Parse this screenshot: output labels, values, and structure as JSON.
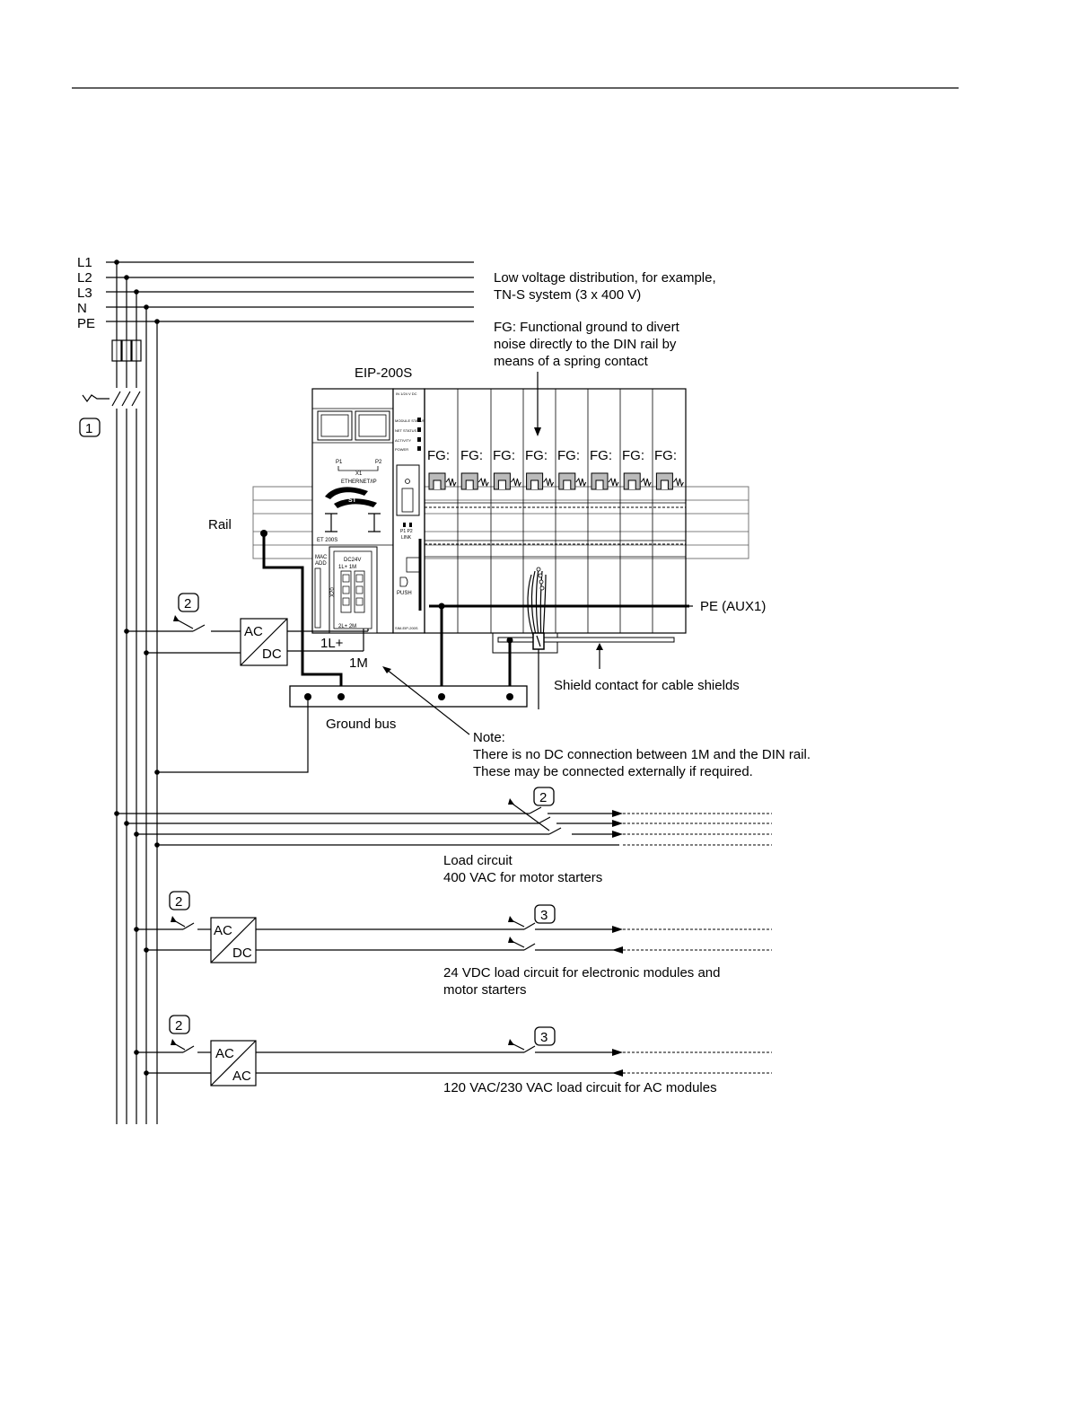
{
  "bus_labels": [
    "L1",
    "L2",
    "L3",
    "N",
    "PE"
  ],
  "callouts": {
    "distribution": [
      "Low voltage distribution, for example,",
      "TN-S  system (3 x 400  V)"
    ],
    "fg": [
      "FG: Functional ground to divert",
      "noise directly to the DIN rail by",
      "means of a spring contact"
    ],
    "pe_aux": "PE  (AUX1)",
    "shield": "Shield contact for cable shields",
    "ground_bus": "Ground bus",
    "rail": "Rail",
    "note": [
      "Note:",
      "There is no DC connection between 1M and the DIN rail.",
      "These may be connected externally if required."
    ]
  },
  "module": {
    "title": "EIP-200S",
    "fg_label": "FG:",
    "fg_count": 8,
    "port_p1": "P1",
    "port_p2": "P2",
    "port_x1": "X1",
    "ethernet": "ETHERNET/IP",
    "et200s": "ET 200S",
    "mac": "MAC",
    "add": "ADD",
    "dc24v": "DC24V",
    "x20": "X20",
    "term_top": "1L+      1M",
    "term_bot": "2L+      2M",
    "push": "PUSH",
    "link": "LINK",
    "p1p2_small": "P1   P2",
    "led_labels": [
      "MODULE STATUS",
      "NET STATUS",
      "ACTIVITY",
      "POWER"
    ],
    "head_small": "IN 1/24 V DC",
    "side_small": "SIM-EIP-200S",
    "supply_1l": "1L+",
    "supply_1m": "1M"
  },
  "markers": {
    "one": "1",
    "two": "2",
    "three": "3"
  },
  "converters": [
    {
      "in": "AC",
      "out": "DC"
    },
    {
      "in": "AC",
      "out": "DC"
    },
    {
      "in": "AC",
      "out": "AC"
    }
  ],
  "load_circuits": [
    [
      "Load circuit",
      "400  VAC for motor starters"
    ],
    [
      "24 VDC load circuit for electronic modules and",
      "motor starters"
    ],
    [
      "120 VAC/230 VAC load circuit for AC modules"
    ]
  ]
}
